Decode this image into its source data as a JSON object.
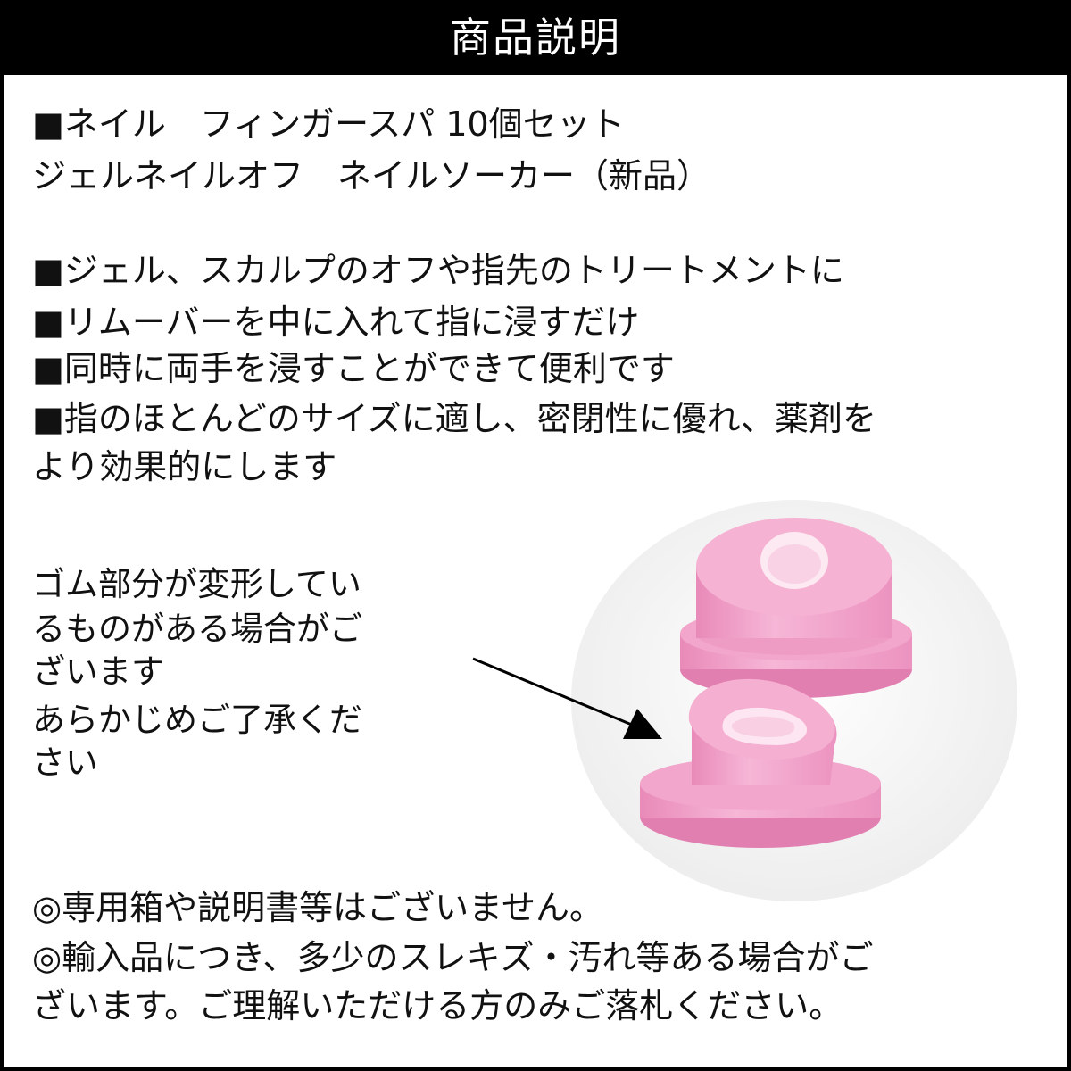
{
  "header": {
    "title": "商品説明"
  },
  "title_lines": [
    "■ネイル　フィンガースパ 10個セット",
    "ジェルネイルオフ　ネイルソーカー（新品）"
  ],
  "features": [
    "■ジェル、スカルプのオフや指先のトリートメントに",
    "■リムーバーを中に入れて指に浸すだけ",
    "■同時に両手を浸すことができて便利です",
    "■指のほとんどのサイズに適し、密閉性に優れ、薬剤を",
    "より効果的にします"
  ],
  "photo_note_lines": [
    "ゴム部分が変形してい",
    "るものがある場合がご",
    "ざいます",
    "あらかじめご了承くだ",
    "さい"
  ],
  "footer_lines": [
    "◎専用箱や説明書等はございません。",
    "◎輸入品につき、多少のスレキズ・汚れ等ある場合がご",
    "ざいます。ご理解いただける方のみご落札ください。"
  ],
  "colors": {
    "header_bg": "#000000",
    "product_pink": "#f4a9cf",
    "text": "#111111"
  }
}
